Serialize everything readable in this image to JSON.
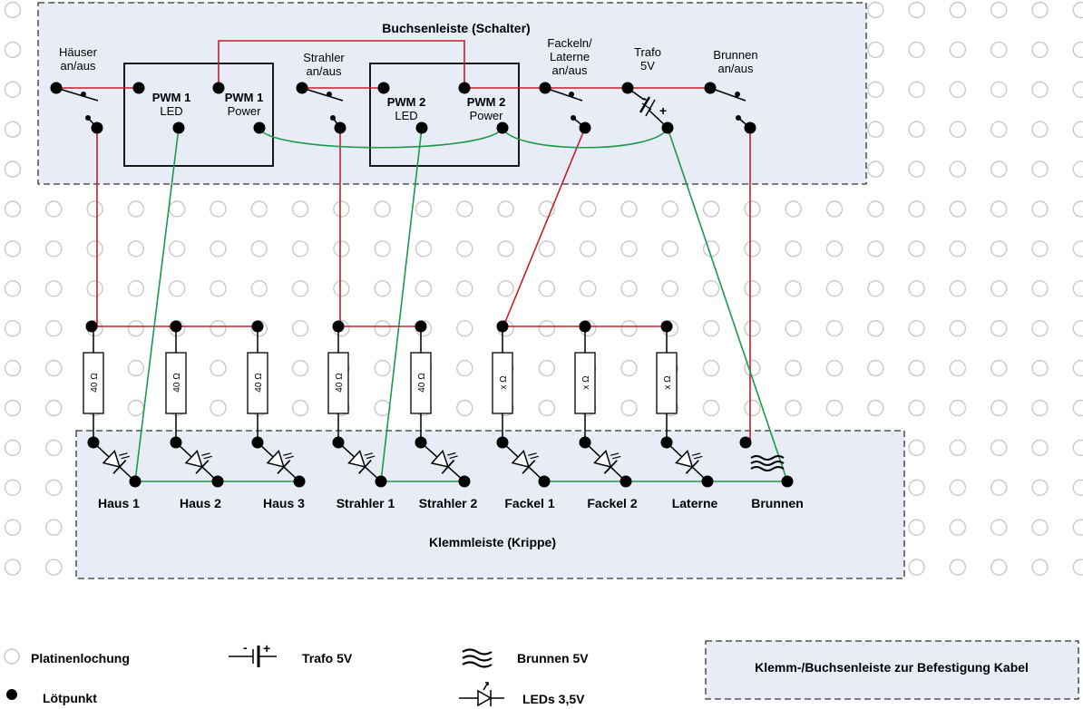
{
  "colors": {
    "panel": "#e7ecf7",
    "hole": "#c9c9c9",
    "dot": "#000000",
    "wire_red": "#c0202a",
    "wire_green": "#1a9a4a"
  },
  "panels": {
    "top_title": "Buchsenleiste (Schalter)",
    "bottom_title": "Klemmleiste (Krippe)"
  },
  "switches": {
    "haeuser": [
      "Häuser",
      "an/aus"
    ],
    "strahler": [
      "Strahler",
      "an/aus"
    ],
    "fackeln": [
      "Fackeln/",
      "Laterne",
      "an/aus"
    ],
    "trafo": [
      "Trafo",
      "5V"
    ],
    "brunnen": [
      "Brunnen",
      "an/aus"
    ]
  },
  "pwm": {
    "pwm1_led": [
      "PWM 1",
      "LED"
    ],
    "pwm1_power": [
      "PWM 1",
      "Power"
    ],
    "pwm2_led": [
      "PWM 2",
      "LED"
    ],
    "pwm2_power": [
      "PWM 2",
      "Power"
    ]
  },
  "resistors": [
    "40 Ω",
    "40 Ω",
    "40 Ω",
    "40 Ω",
    "40 Ω",
    "x Ω",
    "x Ω",
    "x Ω"
  ],
  "outputs": [
    "Haus 1",
    "Haus 2",
    "Haus 3",
    "Strahler 1",
    "Strahler 2",
    "Fackel 1",
    "Fackel 2",
    "Laterne",
    "Brunnen"
  ],
  "legend": {
    "hole": "Platinenlochung",
    "solder": "Lötpunkt",
    "trafo": "Trafo 5V",
    "fountain": "Brunnen 5V",
    "leds": "LEDs 3,5V",
    "box": "Klemm-/Buchsenleiste zur Befestigung Kabel"
  },
  "icons": {
    "battery_minus": "-",
    "battery_plus": "+",
    "trafo_minus": "-",
    "trafo_plus": "+"
  }
}
